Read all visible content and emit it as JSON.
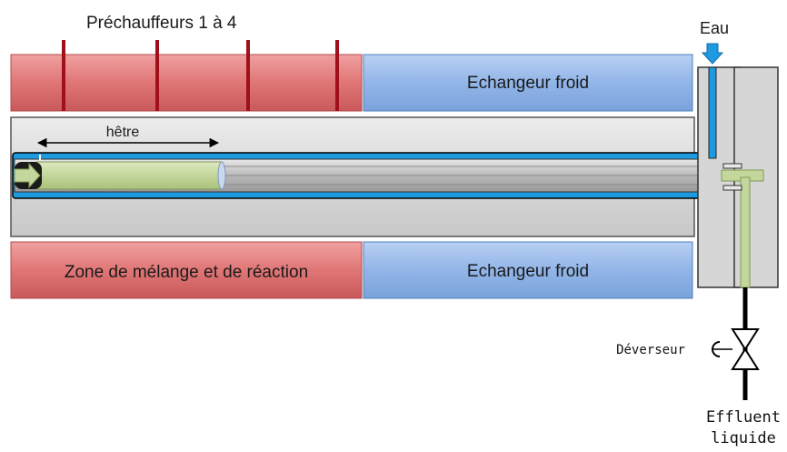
{
  "labels": {
    "preheaters": "Préchauffeurs 1 à 4",
    "cold_exchanger_top": "Echangeur froid",
    "cold_exchanger_bottom": "Echangeur froid",
    "mixing_zone": "Zone de mélange et de réaction",
    "wood_sample": "hêtre",
    "water_inlet": "Eau",
    "relief_valve": "Déverseur",
    "effluent_line1": "Effluent",
    "effluent_line2": "liquide"
  },
  "colors": {
    "heater_red": "#e07676",
    "heater_red_dark": "#c0504d",
    "heater_wire": "#a0101a",
    "exchanger_blue": "#8fb3e6",
    "exchanger_border": "#4f81bd",
    "vessel_gray": "#d9d9d9",
    "water_blue": "#1e9be0",
    "sample_green": "#c3d69b",
    "pipe_gray": "#bfbfbf"
  },
  "icons": {
    "water_arrow": "arrow-down-icon",
    "valve": "valve-icon",
    "flow_arrow": "arrow-right-icon"
  }
}
